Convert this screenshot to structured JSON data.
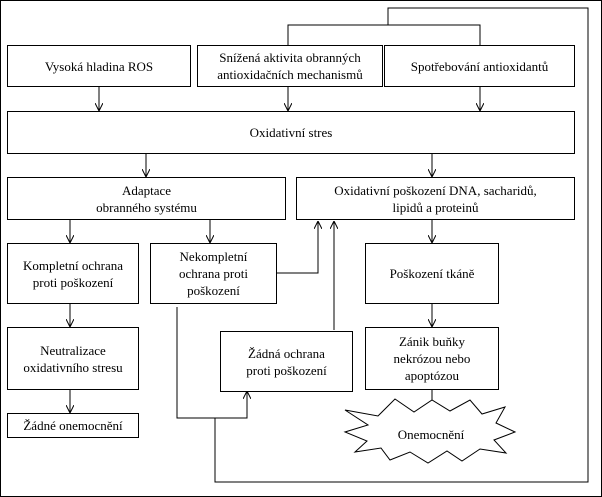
{
  "nodes": {
    "ros": "Vysoká hladina ROS",
    "reduced_defense": "Snížená aktivita obranných\nantioxidačních mechanismů",
    "antioxidant_use": "Spotřebování antioxidantů",
    "oxidative_stress": "Oxidativní stres",
    "adaptation": "Adaptace\nobranného systému",
    "oxidative_damage": "Oxidativní poškození DNA, sacharidů,\nlipidů a proteinů",
    "complete_protection": "Kompletní ochrana\nproti poškození",
    "incomplete_protection": "Nekompletní\nochrana proti\npoškození",
    "tissue_damage": "Poškození tkáně",
    "neutralization": "Neutralizace\noxidativního stresu",
    "no_protection": "Žádná ochrana\nproti poškození",
    "cell_death": "Zánik buňky\nnekrózou nebo\napoptózou",
    "no_disease": "Žádné onemocnění",
    "disease": "Onemocnění"
  }
}
